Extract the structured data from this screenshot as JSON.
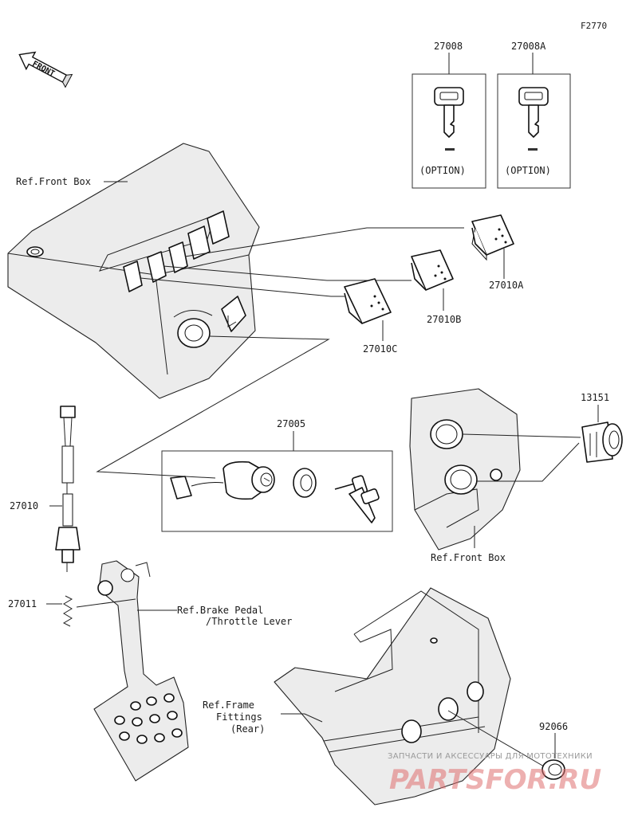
{
  "diagram": {
    "code": "F2770",
    "front_arrow_label": "FRONT",
    "parts": {
      "key_a": "27008",
      "key_b": "27008A",
      "switch_a": "27010A",
      "switch_b": "27010B",
      "switch_c": "27010C",
      "ignition_kit": "27005",
      "socket": "13151",
      "brake_switch": "27010",
      "spring": "27011",
      "plug": "92066"
    },
    "option_label": "(OPTION)",
    "refs": {
      "front_box_top": "Ref.Front Box",
      "front_box_right": "Ref.Front Box",
      "brake_pedal_1": "Ref.Brake Pedal",
      "brake_pedal_2": "/Throttle Lever",
      "frame_1": "Ref.Frame",
      "frame_2": "Fittings",
      "frame_3": "(Rear)"
    },
    "watermark": {
      "caption": "ЗАПЧАСТИ И АКСЕССУАРЫ ДЛЯ МОТОТЕХНИКИ",
      "brand": "PARTSFOR.RU"
    }
  }
}
